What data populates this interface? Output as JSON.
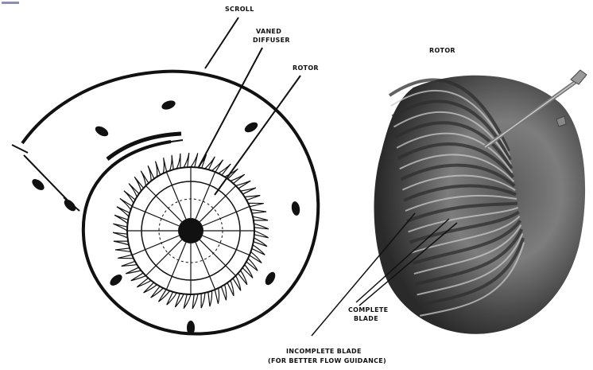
{
  "labels": {
    "scroll": "SCROLL",
    "vaned_diffuser_line1": "VANED",
    "vaned_diffuser_line2": "DIFFUSER",
    "rotor_left": "ROTOR",
    "rotor_right": "ROTOR",
    "complete_blade_line1": "COMPLETE",
    "complete_blade_line2": "BLADE",
    "incomplete_blade_line1": "INCOMPLETE BLADE",
    "incomplete_blade_line2": "(FOR BETTER FLOW GUIDANCE)"
  },
  "colors": {
    "ink": "#111111",
    "rotor_dark": "#3a3a3a",
    "rotor_mid": "#7a7a7a",
    "rotor_light": "#bdbdbd",
    "corner_mark": "#8a8fb8"
  }
}
